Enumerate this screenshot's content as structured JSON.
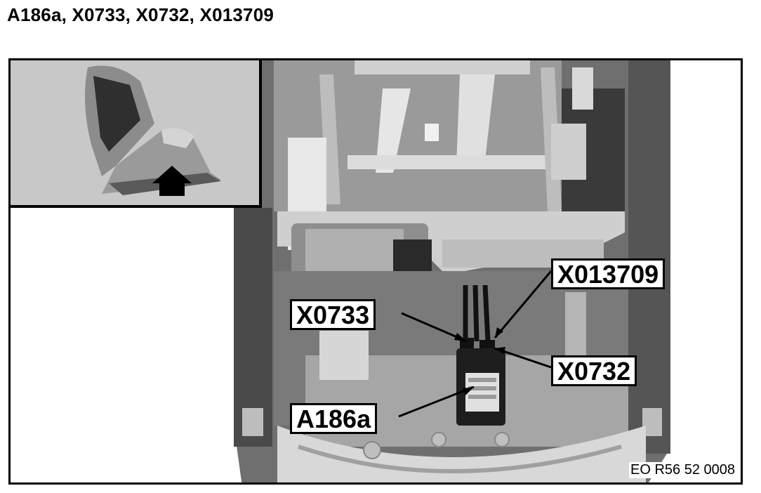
{
  "title": "A186a, X0733, X0732, X013709",
  "callouts": {
    "x013709": "X013709",
    "x0733": "X0733",
    "x0732": "X0732",
    "a186a": "A186a"
  },
  "reference_code": "EO R56 52 0008",
  "colors": {
    "frame": "#000000",
    "inset_background": "#c8c8c8",
    "photo_dark": "#2f2f2f",
    "photo_mid": "#8a8a8a",
    "photo_light": "#d4d4d4"
  },
  "icons": {
    "inset_arrow": "arrow-up-icon"
  }
}
